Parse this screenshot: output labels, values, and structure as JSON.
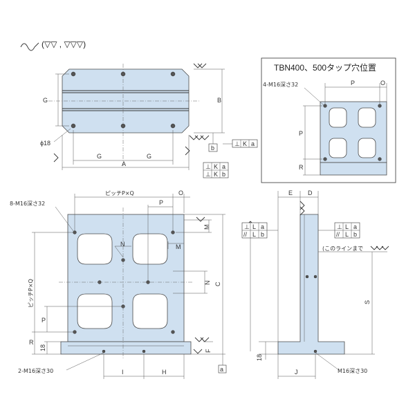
{
  "surface_finish": {
    "text": "(▽▽ , ▽▽▽)"
  },
  "top_view": {
    "dim_A": "A",
    "dim_B": "B",
    "dim_G_left": "G",
    "dim_G_mid": "G",
    "dim_G_right": "G",
    "hole_dia": "ϕ18",
    "datum_b": "b",
    "tol1": [
      "⊥",
      "K",
      "a"
    ],
    "tol2_row1": [
      "⊥",
      "K",
      "a"
    ],
    "tol2_row2": [
      "⊥",
      "K",
      "b"
    ]
  },
  "inset": {
    "title": "TBN400、500タップ穴位置",
    "tap_label": "4-M16深さ32",
    "dim_P_top": "P",
    "dim_O_top": "O",
    "dim_P_side": "P",
    "dim_R_side": "R"
  },
  "front_view": {
    "tap_label": "8-M16深さ32",
    "pitch_top": "ピッチP×Q",
    "pitch_side": "ピッチP×Q",
    "dim_O": "O",
    "dim_P": "P",
    "dim_N1": "N",
    "dim_N2": "N",
    "dim_M1": "M",
    "dim_M2": "M",
    "dim_C": "C",
    "dim_F": "F",
    "dim_P_side": "P",
    "dim_R": "R",
    "dim_18": "18",
    "dim_I": "I",
    "dim_H": "H",
    "bottom_tap": "2-M16深さ30",
    "datum_a": "a"
  },
  "side_view": {
    "dim_E": "E",
    "dim_D": "D",
    "dim_S": "S",
    "dim_J": "J",
    "dim_18": "18",
    "line_note": "(このラインまで",
    "bottom_tap": "M16深さ30",
    "tol_row1": [
      "⊥",
      "L",
      "a"
    ],
    "tol_row2": [
      "//",
      "L",
      "b"
    ],
    "tol2_row1": [
      "⊥",
      "L",
      "a"
    ],
    "tol2_row2": [
      "//",
      "L",
      "b"
    ]
  }
}
